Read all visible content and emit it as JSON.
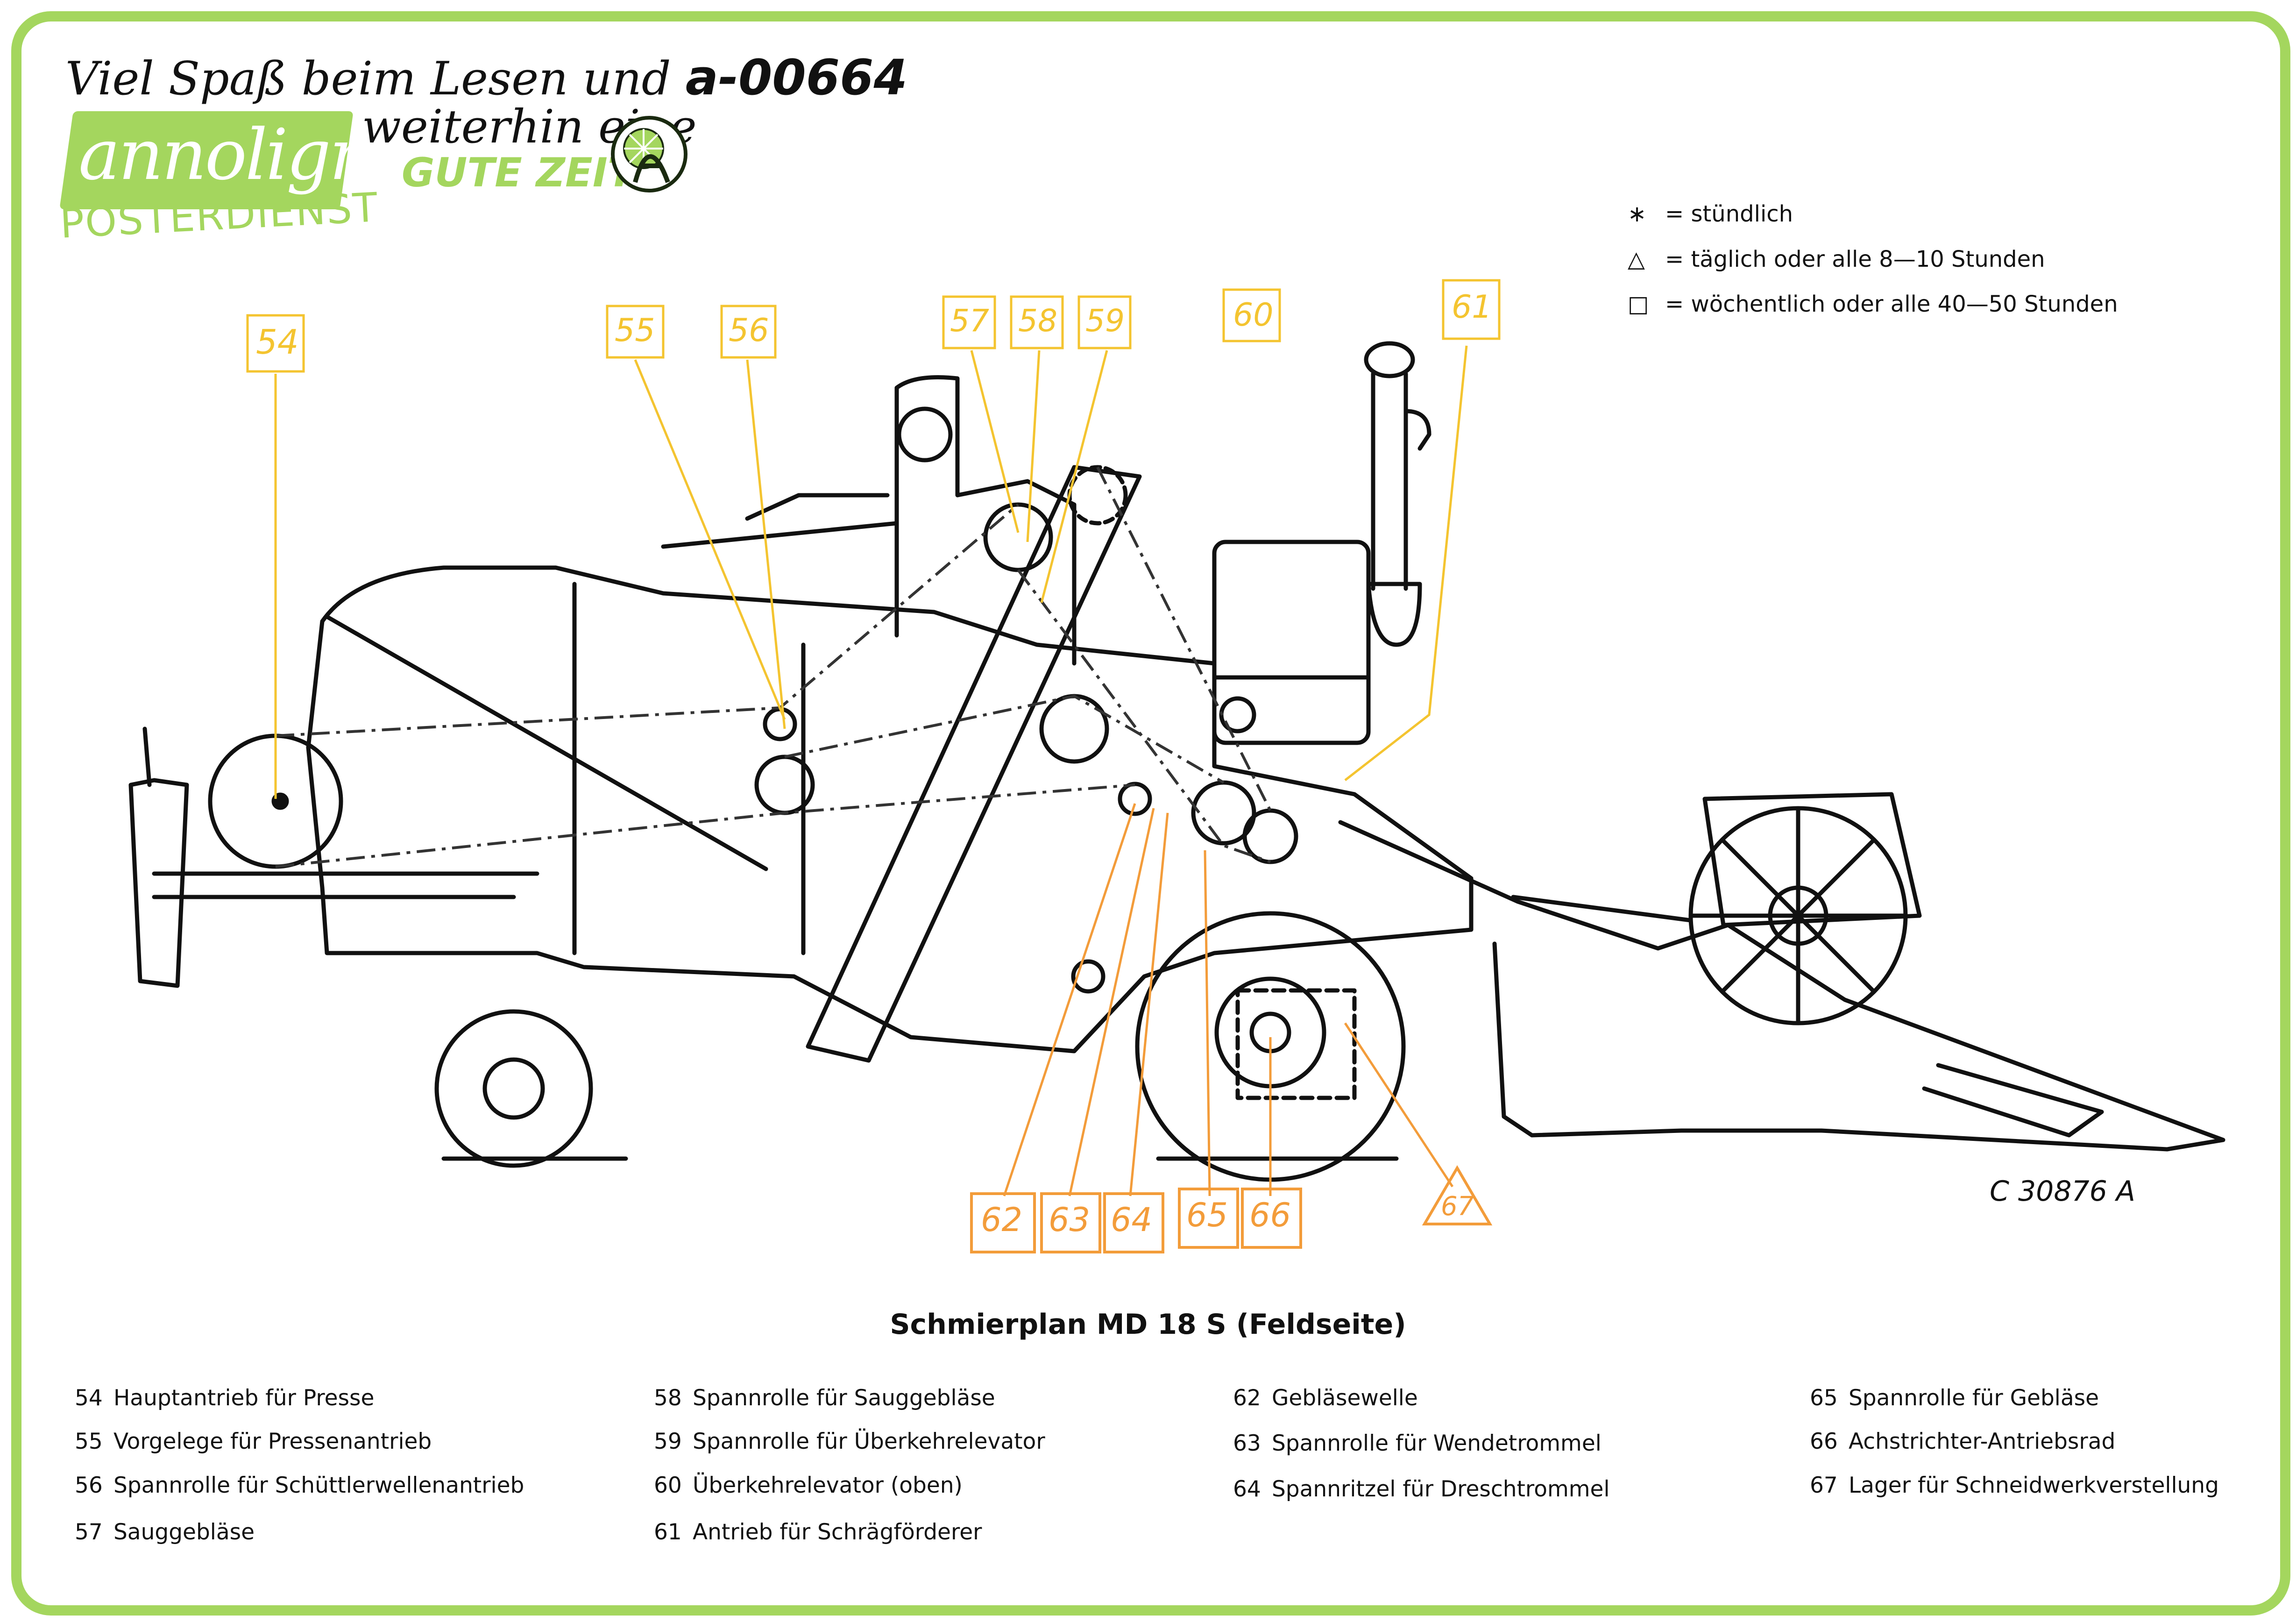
{
  "banner": {
    "line1": "Viel Spaß beim Lesen und",
    "code": "a-00664",
    "line2": "weiterhin eine",
    "slogan": "GUTE ZEIT",
    "logo_text": "annoligno",
    "logo_sub": "POSTERDIENST"
  },
  "legend": [
    {
      "symbol": "∗",
      "text": "= stündlich"
    },
    {
      "symbol": "△",
      "text": "= täglich oder alle 8—10 Stunden"
    },
    {
      "symbol": "□",
      "text": "= wöchentlich oder alle 40—50 Stunden"
    }
  ],
  "callouts_top": [
    "54",
    "55",
    "56",
    "57",
    "58",
    "59",
    "60",
    "61"
  ],
  "callouts_bottom": [
    "62",
    "63",
    "64",
    "65",
    "66",
    "67"
  ],
  "drawing_ref": "C 30876 A",
  "title": "Schmierplan MD 18 S (Feldseite)",
  "items": [
    [
      {
        "num": "54",
        "text": "Hauptantrieb für Presse"
      },
      {
        "num": "55",
        "text": "Vorgelege für Pressenantrieb"
      },
      {
        "num": "56",
        "text": "Spannrolle für Schüttlerwellenantrieb"
      },
      {
        "num": "57",
        "text": "Sauggebläse"
      }
    ],
    [
      {
        "num": "58",
        "text": "Spannrolle für Sauggebläse"
      },
      {
        "num": "59",
        "text": "Spannrolle für Überkehrelevator"
      },
      {
        "num": "60",
        "text": "Überkehrelevator (oben)"
      },
      {
        "num": "61",
        "text": "Antrieb für Schrägförderer"
      }
    ],
    [
      {
        "num": "62",
        "text": "Gebläsewelle"
      },
      {
        "num": "63",
        "text": "Spannrolle für Wendetrommel"
      },
      {
        "num": "64",
        "text": "Spannritzel für Dreschtrommel"
      }
    ],
    [
      {
        "num": "65",
        "text": "Spannrolle für Gebläse"
      },
      {
        "num": "66",
        "text": "Achstrichter-Antriebsrad"
      },
      {
        "num": "67",
        "text": "Lager für Schneidwerkverstellung"
      }
    ]
  ]
}
